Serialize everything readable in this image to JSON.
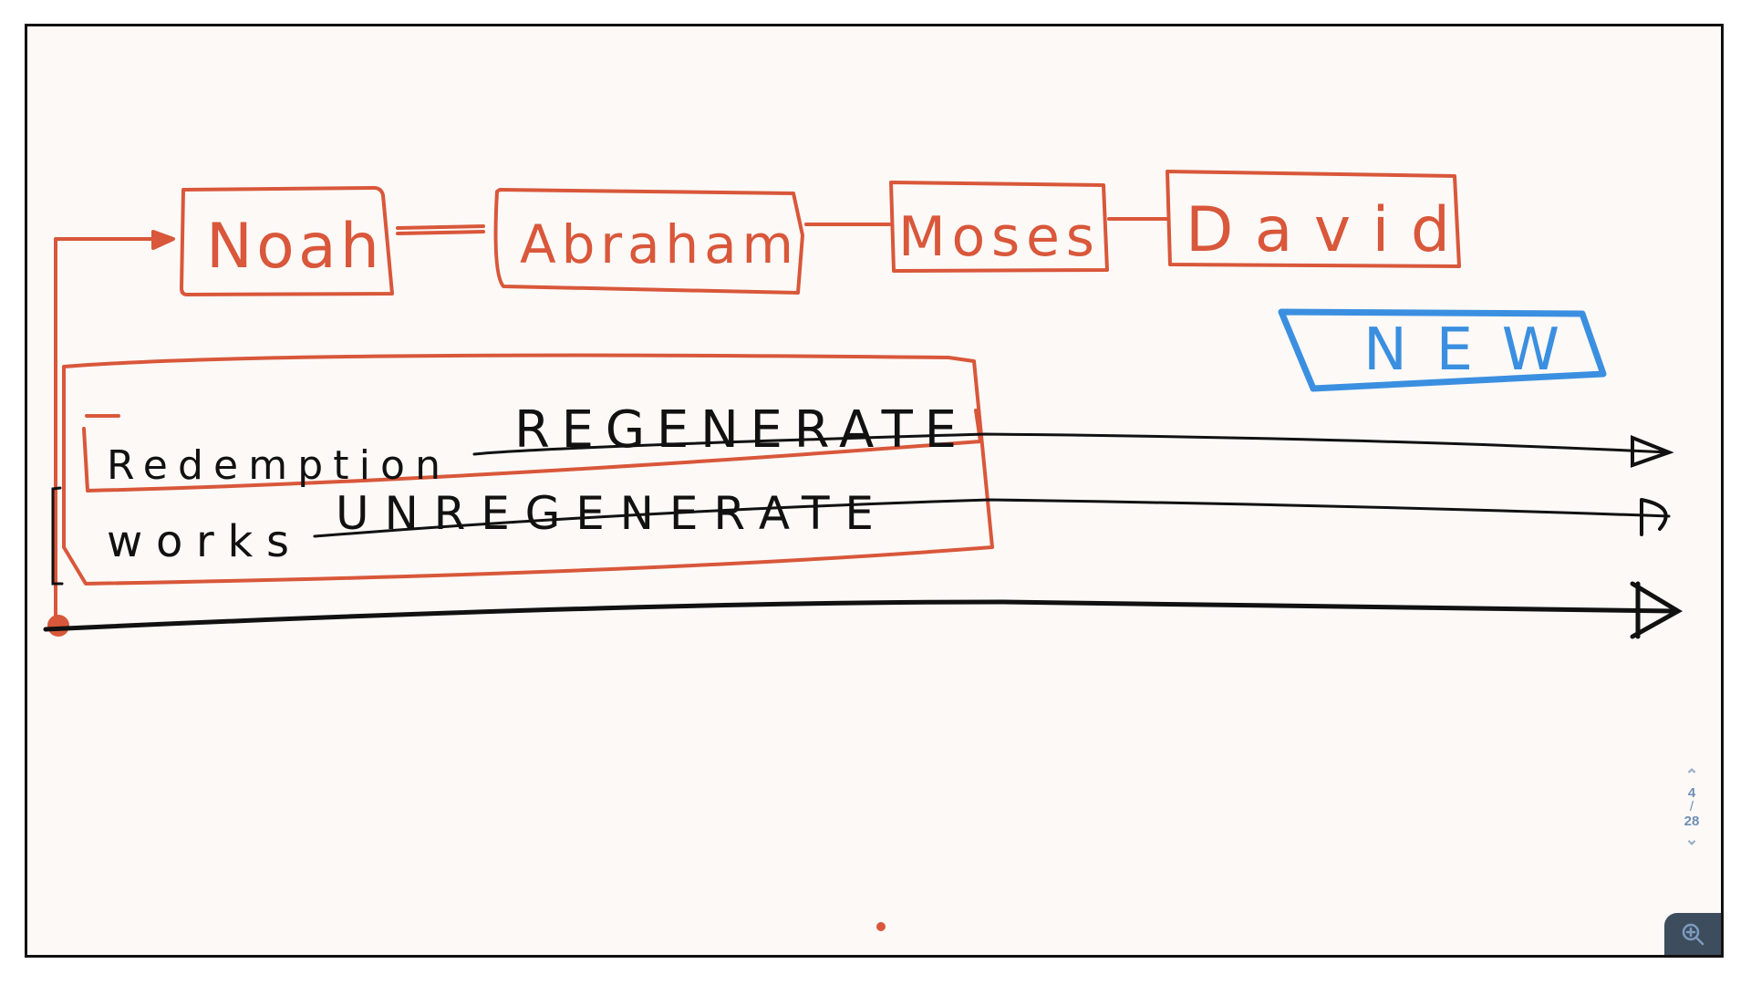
{
  "board": {
    "boxes": [
      "Noah",
      "Abraham",
      "Moses",
      "David"
    ],
    "new_label": "NEW",
    "row1_label": "Redemption",
    "row1_word": "REGENERATE",
    "row2_label": "works",
    "row2_word": "UNREGENERATE"
  },
  "pager": {
    "current": "4",
    "separator": "/",
    "total": "28"
  },
  "colors": {
    "red": "#d9573a",
    "blue": "#3b8fe0",
    "ink": "#111111",
    "background": "#fcf9f7"
  },
  "icons": [
    "chevron-up-icon",
    "chevron-down-icon",
    "zoom-in-icon"
  ]
}
